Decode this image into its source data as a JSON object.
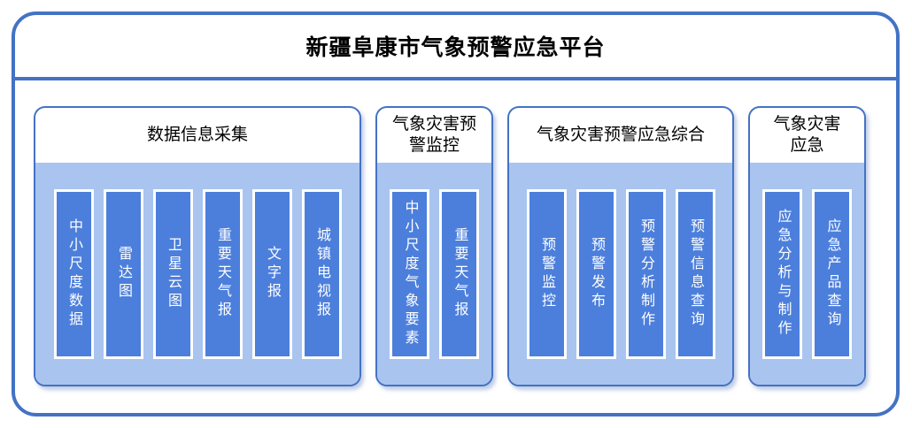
{
  "title": "新疆阜康市气象预警应急平台",
  "panels": [
    {
      "header": "数据信息采集",
      "items": [
        "中小尺度数据",
        "雷达图",
        "卫星云图",
        "重要天气报",
        "文字报",
        "城镇电视报"
      ]
    },
    {
      "header": "气象灾害预\n警监控",
      "items": [
        "中小尺度气象要素",
        "重要天气报"
      ]
    },
    {
      "header": "气象灾害预警应急综合",
      "items": [
        "预警监控",
        "预警发布",
        "预警分析制作",
        "预警信息查询"
      ]
    },
    {
      "header": "气象灾害\n应急",
      "items": [
        "应急分析与制作",
        "应急产品查询"
      ]
    }
  ],
  "colors": {
    "accent_border": "#4472C4",
    "panel_body_fill": "#A9C4EF",
    "item_fill": "#4C7FDC",
    "item_border": "#FFFFFF",
    "item_text": "#FFFFFF",
    "title_text": "#000000"
  }
}
